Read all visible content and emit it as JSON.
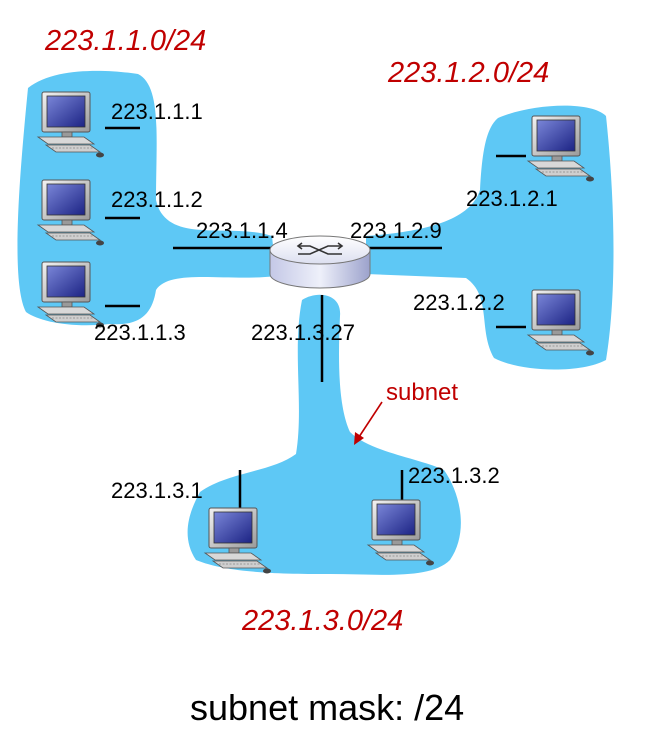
{
  "colors": {
    "subnet_fill": "#5ec8f5",
    "subnet_label": "#c00000",
    "annotation": "#c00000",
    "text": "#000000"
  },
  "subnets": [
    {
      "name": "223.1.1.0/24"
    },
    {
      "name": "223.1.2.0/24"
    },
    {
      "name": "223.1.3.0/24"
    }
  ],
  "hosts": [
    {
      "ip": "223.1.1.1",
      "icon": "computer-icon"
    },
    {
      "ip": "223.1.1.2",
      "icon": "computer-icon"
    },
    {
      "ip": "223.1.1.3",
      "icon": "computer-icon"
    },
    {
      "ip": "223.1.2.1",
      "icon": "computer-icon"
    },
    {
      "ip": "223.1.2.2",
      "icon": "computer-icon"
    },
    {
      "ip": "223.1.3.1",
      "icon": "computer-icon"
    },
    {
      "ip": "223.1.3.2",
      "icon": "computer-icon"
    }
  ],
  "router": {
    "icon": "router-icon",
    "interfaces": [
      "223.1.1.4",
      "223.1.2.9",
      "223.1.3.27"
    ]
  },
  "annotation": "subnet",
  "caption": "subnet mask: /24"
}
